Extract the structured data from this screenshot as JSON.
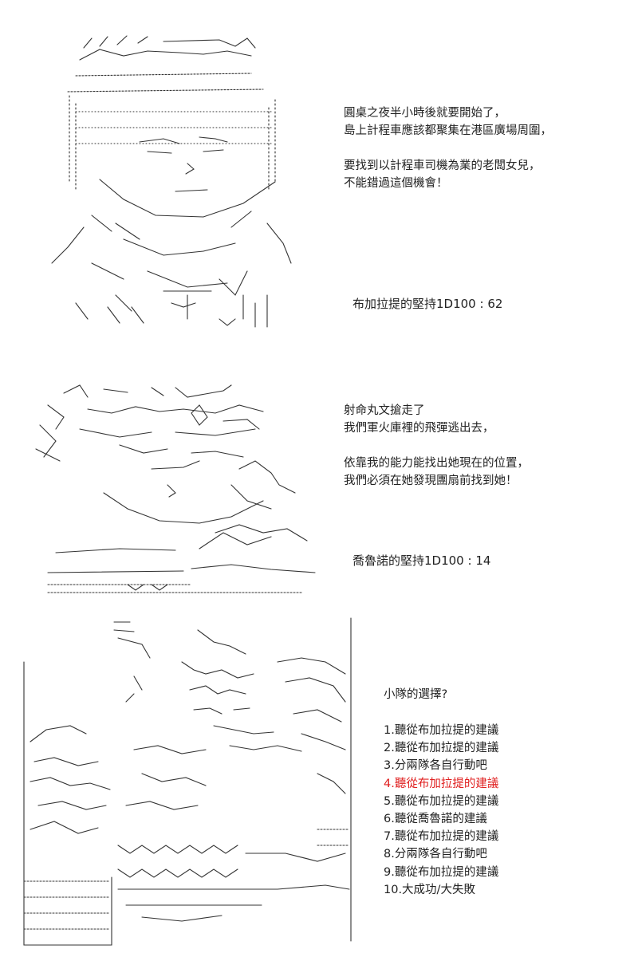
{
  "panel1": {
    "narration": [
      "圓桌之夜半小時後就要開始了，",
      "島上計程車應該都聚集在港區廣場周圍，",
      "",
      "要找到以計程車司機為業的老闆女兒，",
      "不能錯過這個機會！"
    ],
    "roll": "布加拉提的堅持1D100 : 62"
  },
  "panel2": {
    "narration": [
      "射命丸文搶走了",
      "我們軍火庫裡的飛彈逃出去，",
      "",
      "依靠我的能力能找出她現在的位置，",
      "我們必須在她發現團扇前找到她！"
    ],
    "roll": "喬魯諾的堅持1D100 : 14"
  },
  "panel3": {
    "heading": "小隊的選擇?",
    "choices": [
      "1.聽從布加拉提的建議",
      "2.聽從布加拉提的建議",
      "3.分兩隊各自行動吧",
      "4.聽從布加拉提的建議",
      "5.聽從布加拉提的建議",
      "6.聽從喬魯諾的建議",
      "7.聽從布加拉提的建議",
      "8.分兩隊各自行動吧",
      "9.聽從布加拉提的建議",
      "10.大成功/大失敗"
    ],
    "highlight_index": 3,
    "highlight_color": "#e02020"
  }
}
